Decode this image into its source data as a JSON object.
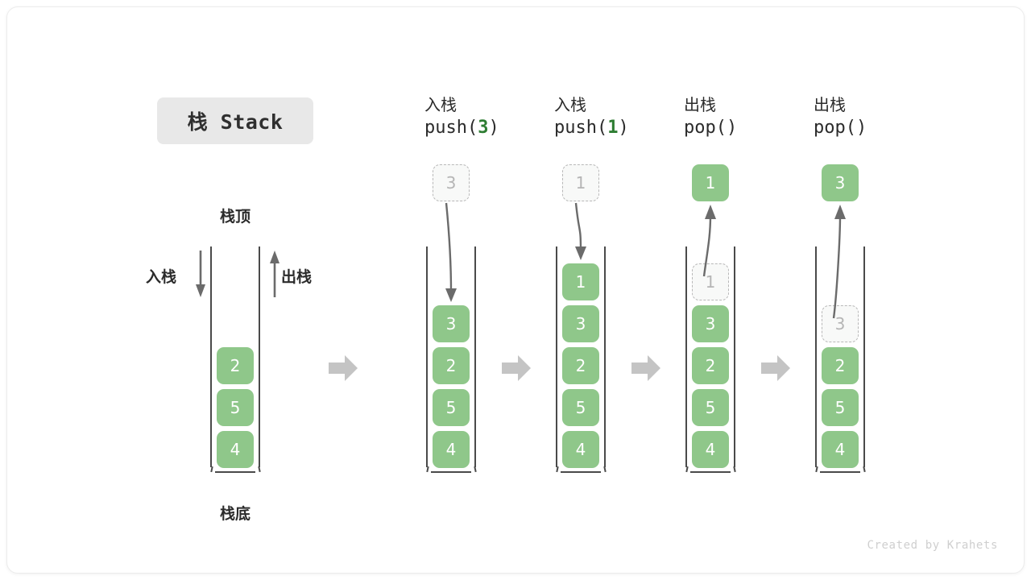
{
  "title_badge": "栈 Stack",
  "labels": {
    "top": "栈顶",
    "bottom": "栈底",
    "push_side": "入栈",
    "pop_side": "出栈"
  },
  "watermark": "Created by Krahets",
  "colors": {
    "cell_fill": "#8fc78a",
    "cell_text": "#ffffff",
    "ghost_fill": "#f8f9f8",
    "ghost_border": "#b8b8b8",
    "ghost_text": "#b5b5b5",
    "wall": "#4a4a4a",
    "arrow_gray": "#c4c4c4",
    "curve_arrow": "#6b6b6b",
    "accent_green": "#2e7d32",
    "badge_bg": "#e8e8e8"
  },
  "columns": [
    {
      "id": "initial",
      "head_cn": "",
      "head_code": "",
      "code_prefix": "",
      "code_arg": "",
      "code_suffix": "",
      "cells": [
        "2",
        "5",
        "4"
      ],
      "floating": null,
      "ghost_index": null
    },
    {
      "id": "push-3",
      "head_cn": "入栈",
      "code_prefix": "push(",
      "code_arg": "3",
      "code_suffix": ")",
      "cells": [
        "3",
        "2",
        "5",
        "4"
      ],
      "floating": {
        "value": "3",
        "style": "ghost"
      },
      "ghost_index": null
    },
    {
      "id": "push-1",
      "head_cn": "入栈",
      "code_prefix": "push(",
      "code_arg": "1",
      "code_suffix": ")",
      "cells": [
        "1",
        "3",
        "2",
        "5",
        "4"
      ],
      "floating": {
        "value": "1",
        "style": "ghost"
      },
      "ghost_index": null
    },
    {
      "id": "pop-1",
      "head_cn": "出栈",
      "code_prefix": "pop(",
      "code_arg": "",
      "code_suffix": ")",
      "cells": [
        "1",
        "3",
        "2",
        "5",
        "4"
      ],
      "floating": {
        "value": "1",
        "style": "filled"
      },
      "ghost_index": 0
    },
    {
      "id": "pop-3",
      "head_cn": "出栈",
      "code_prefix": "pop(",
      "code_arg": "",
      "code_suffix": ")",
      "cells": [
        "3",
        "2",
        "5",
        "4"
      ],
      "floating": {
        "value": "3",
        "style": "filled"
      },
      "ghost_index": 0
    }
  ]
}
